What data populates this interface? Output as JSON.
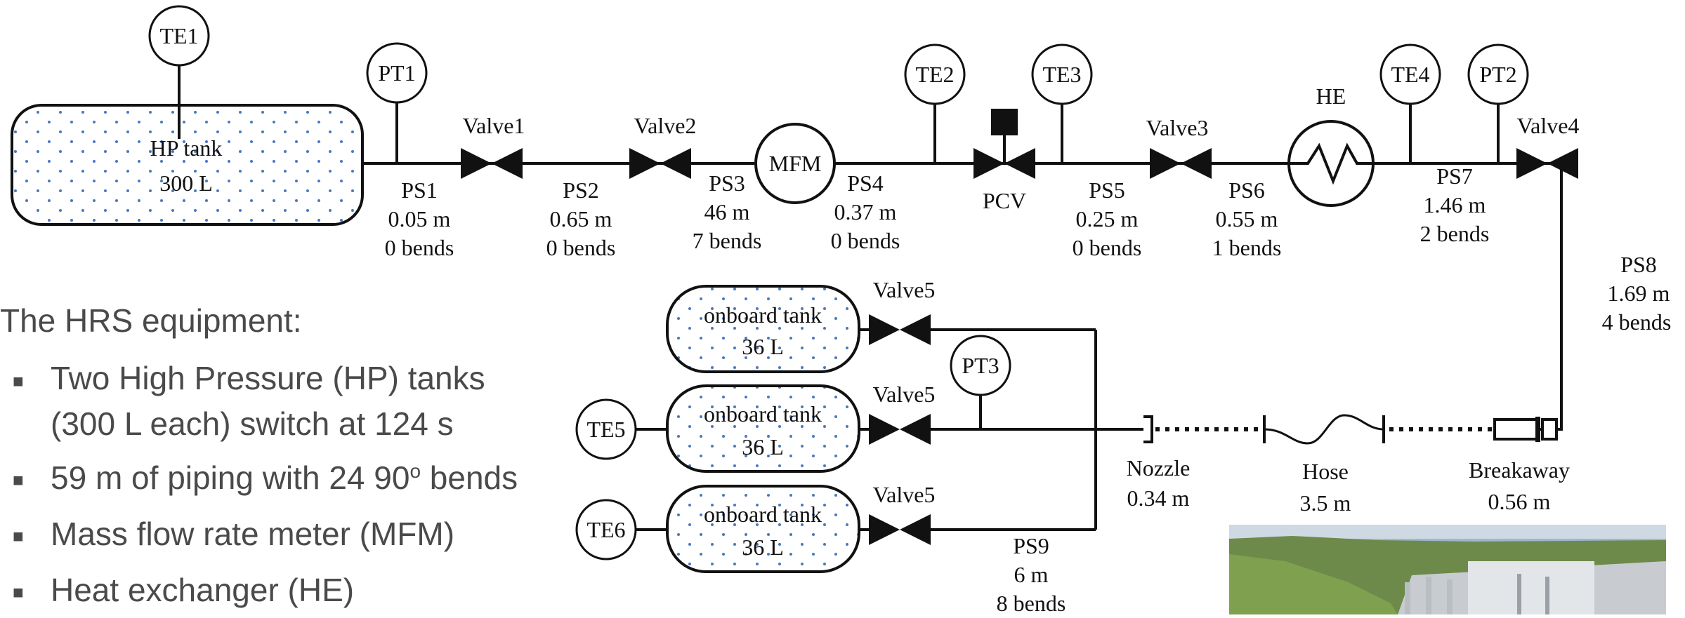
{
  "diagram": {
    "instruments": {
      "te1": "TE1",
      "pt1": "PT1",
      "te2": "TE2",
      "te3": "TE3",
      "te4": "TE4",
      "pt2": "PT2",
      "pt3": "PT3",
      "te5": "TE5",
      "te6": "TE6"
    },
    "hp_tank": {
      "name": "HP tank",
      "volume": "300 L"
    },
    "valves": {
      "valve1": "Valve1",
      "valve2": "Valve2",
      "valve3": "Valve3",
      "valve4": "Valve4",
      "valve5a": "Valve5",
      "valve5b": "Valve5",
      "valve5c": "Valve5"
    },
    "mfm": "MFM",
    "pcv": "PCV",
    "he": "HE",
    "segments": {
      "ps1": {
        "name": "PS1",
        "length": "0.05 m",
        "bends": "0 bends"
      },
      "ps2": {
        "name": "PS2",
        "length": "0.65 m",
        "bends": "0 bends"
      },
      "ps3": {
        "name": "PS3",
        "length": "46 m",
        "bends": "7 bends"
      },
      "ps4": {
        "name": "PS4",
        "length": "0.37 m",
        "bends": "0 bends"
      },
      "ps5": {
        "name": "PS5",
        "length": "0.25 m",
        "bends": "0 bends"
      },
      "ps6": {
        "name": "PS6",
        "length": "0.55 m",
        "bends": "1 bends"
      },
      "ps7": {
        "name": "PS7",
        "length": "1.46 m",
        "bends": "2 bends"
      },
      "ps8": {
        "name": "PS8",
        "length": "1.69 m",
        "bends": "4 bends"
      },
      "ps9": {
        "name": "PS9",
        "length": "6 m",
        "bends": "8 bends"
      }
    },
    "onboard_tanks": [
      {
        "name": "onboard tank",
        "volume": "36 L"
      },
      {
        "name": "onboard tank",
        "volume": "36 L"
      },
      {
        "name": "onboard tank",
        "volume": "36 L"
      }
    ],
    "nozzle": {
      "name": "Nozzle",
      "length": "0.34 m"
    },
    "hose": {
      "name": "Hose",
      "length": "3.5 m"
    },
    "breakaway": {
      "name": "Breakaway",
      "length": "0.56 m"
    }
  },
  "equipment": {
    "heading": "The HRS equipment:",
    "items": [
      {
        "line1": "Two High Pressure (HP) tanks",
        "line2": "(300 L each) switch at 124 s"
      },
      {
        "text": "59 m of piping with 24 90",
        "sup": "o",
        "tail": " bends"
      },
      {
        "text": "Mass flow rate meter (MFM)"
      },
      {
        "text": "Heat exchanger (HE)"
      }
    ],
    "bullet": "■"
  },
  "colors": {
    "line": "#111111",
    "dots": "#4a78c0",
    "bullet_text": "#4a4a4a"
  }
}
